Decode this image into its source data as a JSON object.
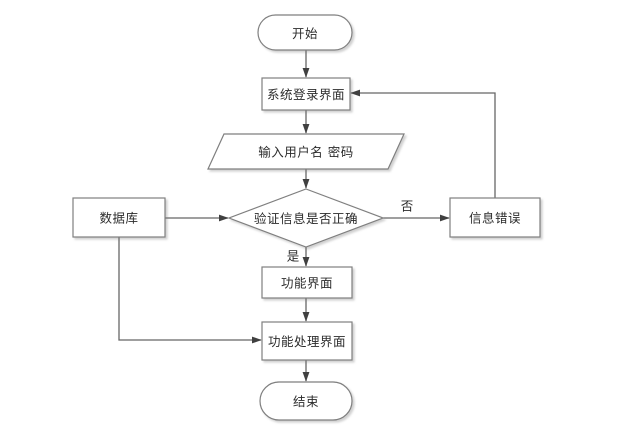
{
  "diagram": {
    "type": "flowchart",
    "nodes": {
      "start": {
        "label": "开始",
        "shape": "terminator"
      },
      "login": {
        "label": "系统登录界面",
        "shape": "process"
      },
      "input": {
        "label": "输入用户名 密码",
        "shape": "input-output"
      },
      "verify": {
        "label": "验证信息是否正确",
        "shape": "decision"
      },
      "database": {
        "label": "数据库",
        "shape": "process"
      },
      "error": {
        "label": "信息错误",
        "shape": "process"
      },
      "function_ui": {
        "label": "功能界面",
        "shape": "process"
      },
      "function_process": {
        "label": "功能处理界面",
        "shape": "process"
      },
      "end": {
        "label": "结束",
        "shape": "terminator"
      }
    },
    "edge_labels": {
      "yes": "是",
      "no": "否"
    },
    "edges": [
      {
        "from": "start",
        "to": "login"
      },
      {
        "from": "login",
        "to": "input"
      },
      {
        "from": "input",
        "to": "verify"
      },
      {
        "from": "verify",
        "to": "function_ui",
        "label": "是"
      },
      {
        "from": "verify",
        "to": "error",
        "label": "否"
      },
      {
        "from": "error",
        "to": "login"
      },
      {
        "from": "database",
        "to": "verify"
      },
      {
        "from": "database",
        "to": "function_process"
      },
      {
        "from": "function_ui",
        "to": "function_process"
      },
      {
        "from": "function_process",
        "to": "end"
      }
    ],
    "colors": {
      "background": "#ffffff",
      "node_fill": "#ffffff",
      "node_border": "#7f7f7f",
      "line": "#666666",
      "arrowhead": "#404040",
      "text": "#2b2b2b"
    }
  }
}
